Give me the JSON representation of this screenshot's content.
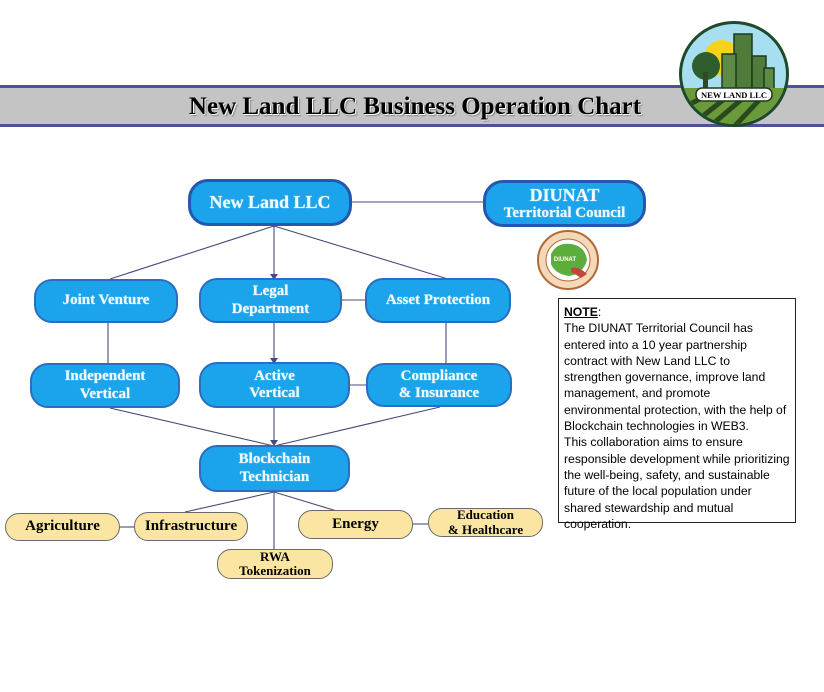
{
  "header": {
    "title": "New Land LLC Business Operation Chart",
    "logo_text": "NEW LAND LLC"
  },
  "colors": {
    "primary_node": "#1ba3ec",
    "primary_border": "#2a6fbf",
    "secondary_node": "#fae6a2",
    "banner": "#c4c4c4",
    "banner_border": "#4f4f9a",
    "connector": "#4a4a7a"
  },
  "nodes": {
    "new_land": "New Land LLC",
    "diunat_line1": "DIUNAT",
    "diunat_line2": "Territorial Council",
    "joint_venture": "Joint Venture",
    "legal_line1": "Legal",
    "legal_line2": "Department",
    "asset_protection": "Asset Protection",
    "independent_line1": "Independent",
    "independent_line2": "Vertical",
    "active_line1": "Active",
    "active_line2": "Vertical",
    "compliance_line1": "Compliance",
    "compliance_line2": "& Insurance",
    "blockchain_line1": "Blockchain",
    "blockchain_line2": "Technician",
    "agriculture": "Agriculture",
    "infrastructure": "Infrastructure",
    "energy": "Energy",
    "education_line1": "Education",
    "education_line2": "& Healthcare",
    "rwa_line1": "RWA",
    "rwa_line2": "Tokenization"
  },
  "seal": {
    "label": "DIUNAT"
  },
  "note": {
    "label": "NOTE",
    "paragraph1": "The DIUNAT Territorial Council has entered into a 10 year partnership contract with New Land LLC to strengthen governance, improve land management, and promote environmental protection, with the help of Blockchain technologies in WEB3.",
    "paragraph2": "This collaboration aims to ensure responsible development while prioritizing the well-being, safety, and sustainable future of the local population under shared stewardship and mutual cooperation."
  }
}
